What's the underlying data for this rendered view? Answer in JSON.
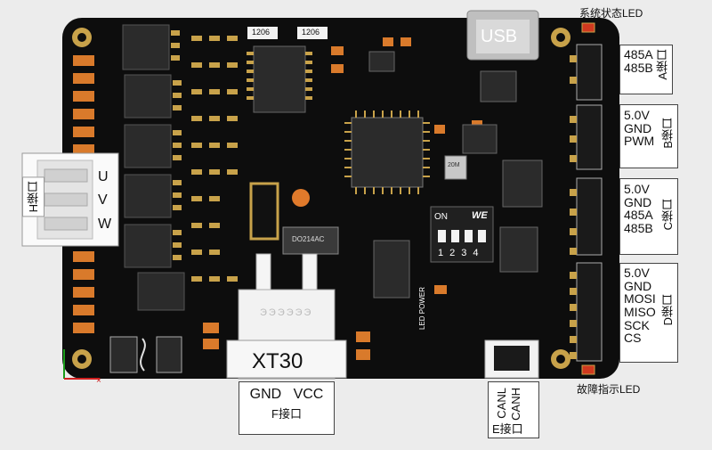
{
  "board": {
    "usb_label": "USB",
    "xt30_label": "XT30",
    "xt30_embossed": "ЭЭЭЭЭЭ",
    "dip_on": "ON",
    "dip_logo": "WE",
    "dip_numbers": [
      "1",
      "2",
      "3",
      "4"
    ],
    "power_led_label": "LED POWER",
    "res_text": "1206",
    "diode_text": "DO214AC",
    "osc_text": "20M"
  },
  "annotations": {
    "status_led": "系统状态LED",
    "fault_led": "故障指示LED",
    "port_a": {
      "lines": [
        "485A",
        "485B"
      ],
      "name": "A接口"
    },
    "port_b": {
      "lines": [
        "5.0V",
        "GND",
        "PWM"
      ],
      "name": "B接口"
    },
    "port_c": {
      "lines": [
        "5.0V",
        "GND",
        "485A",
        "485B"
      ],
      "name": "C接口"
    },
    "port_d": {
      "lines": [
        "5.0V",
        "GND",
        "MOSI",
        "MISO",
        "SCK",
        "CS"
      ],
      "name": "D接口"
    },
    "port_h": {
      "lines": [
        "U",
        "V",
        "W"
      ],
      "name": "H接口"
    },
    "port_f": {
      "gnd": "GND",
      "vcc": "VCC",
      "name": "F接口"
    },
    "port_e": {
      "lines": [
        "CANL",
        "CANH"
      ],
      "name": "E接口"
    }
  },
  "colors": {
    "pcb": "#0d0d0d",
    "pad_gold": "#c8a24a",
    "cap_orange": "#d97a2b",
    "led_red": "#d0391f",
    "chip_dark": "#2b2b2b",
    "connector_white": "#f2f2f2"
  }
}
